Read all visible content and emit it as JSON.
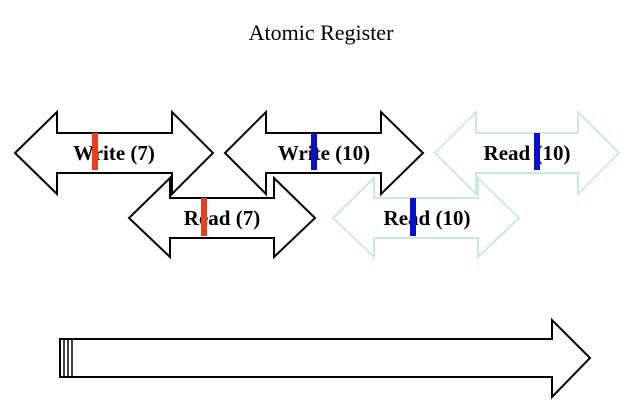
{
  "title": "Atomic Register",
  "colors": {
    "arrow_stroke": "#000000",
    "faded_arrow_stroke": "#cfe8df",
    "marker_red": "#e8401c",
    "marker_blue": "#0a10c8"
  },
  "operations": [
    {
      "label": "Write (7)",
      "marker": "red",
      "faded": false
    },
    {
      "label": "Write (10)",
      "marker": "blue",
      "faded": false
    },
    {
      "label": "Read (10)",
      "marker": "blue",
      "faded": true
    },
    {
      "label": "Read (7)",
      "marker": "red",
      "faded": false
    },
    {
      "label": "Read (10)",
      "marker": "blue",
      "faded": true
    }
  ],
  "timeline": {
    "icon": "time-arrow-icon"
  }
}
